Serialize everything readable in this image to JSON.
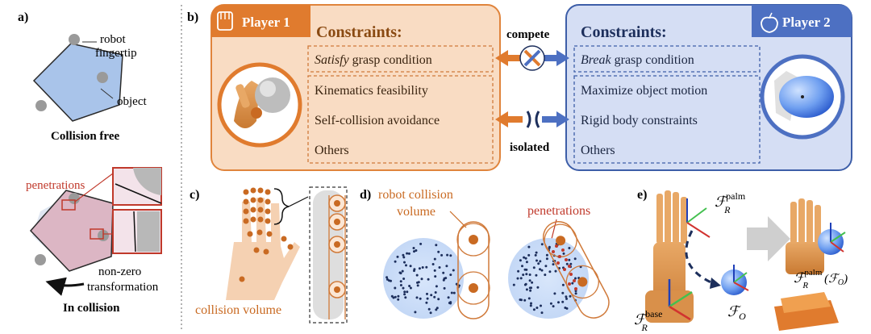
{
  "panel_a": {
    "label": "a)",
    "top": {
      "robot_fingertip_line1": "robot",
      "robot_fingertip_line2": "fingertip",
      "object": "object",
      "caption": "Collision free"
    },
    "bottom": {
      "penetrations": "penetrations",
      "nonzero_line1": "non-zero",
      "nonzero_line2": "transformation",
      "caption": "In collision"
    },
    "colors": {
      "object_blue": "#a9c4ea",
      "object_pink": "#dcb6c4",
      "highlight_red": "#c0392b"
    }
  },
  "panel_b": {
    "label": "b)",
    "player1": {
      "title": "Player 1",
      "constraints_title": "Constraints:",
      "grasp_emph": "Satisfy",
      "grasp_rest": " grasp condition",
      "items": [
        "Kinematics feasibility",
        "Self-collision avoidance",
        "Others"
      ],
      "colors": {
        "fill": "#f9dcc3",
        "border": "#e0843c",
        "accent": "#e07b2e"
      }
    },
    "player2": {
      "title": "Player 2",
      "constraints_title": "Constraints:",
      "grasp_emph": "Break",
      "grasp_rest": " grasp condition",
      "items": [
        "Maximize object motion",
        "Rigid body constraints",
        "Others"
      ],
      "colors": {
        "fill": "#d5def4",
        "border": "#3d5ea8",
        "accent": "#4d70c2"
      }
    },
    "compete": "compete",
    "isolated": "isolated"
  },
  "panel_c": {
    "label": "c)",
    "collision_volume": "collision volume"
  },
  "panel_d": {
    "label": "d)",
    "robot_collision_line1": "robot collision",
    "robot_collision_line2": "volume",
    "penetrations": "penetrations"
  },
  "panel_e": {
    "label": "e)",
    "f_palm": "ℱ",
    "f_palm_sup": "palm",
    "f_palm_sub": "R",
    "f_base": "ℱ",
    "f_base_sup": "base",
    "f_base_sub": "R",
    "f_o": "ℱ",
    "f_o_sub": "O",
    "f_palm_o": "ℱ",
    "f_palm_o_sup": "palm",
    "f_palm_o_sub": "R",
    "f_palm_o_arg": "(ℱ",
    "f_palm_o_arg_sub": "O",
    "f_palm_o_close": ")"
  }
}
